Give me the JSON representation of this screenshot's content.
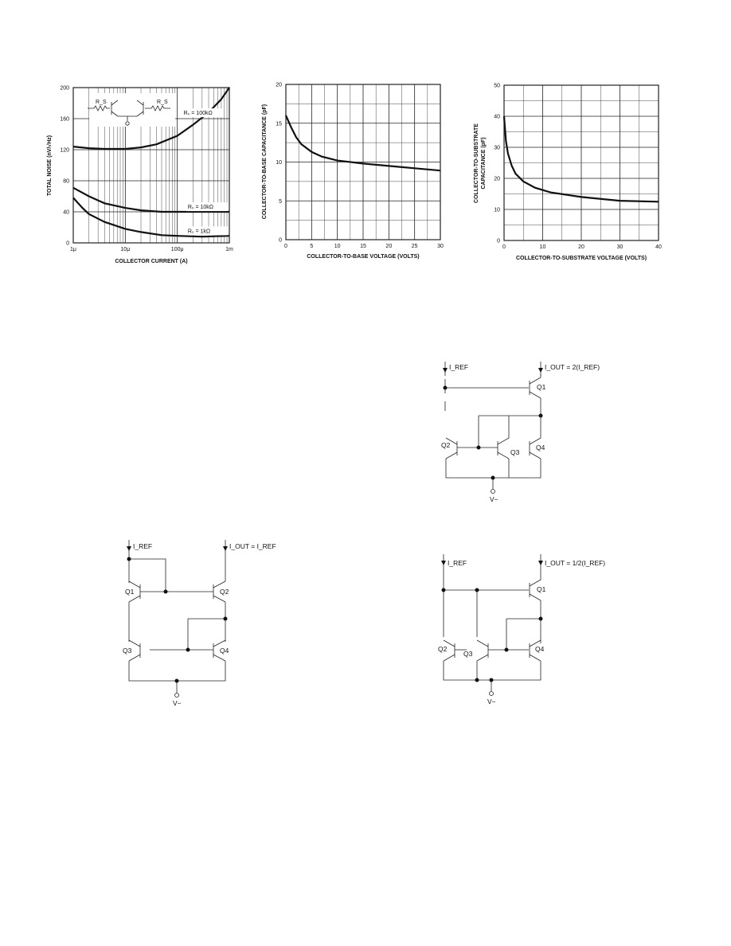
{
  "chart_data": [
    {
      "type": "line",
      "title": "",
      "xlabel": "COLLECTOR CURRENT (A)",
      "ylabel": "TOTAL NOISE (nV/√Hz)",
      "xscale": "log",
      "xlim": [
        1e-06,
        0.001
      ],
      "ylim": [
        0,
        200
      ],
      "x_tick_labels": [
        "1μ",
        "10μ",
        "100μ",
        "1m"
      ],
      "y_tick_labels": [
        "0",
        "40",
        "80",
        "120",
        "160",
        "200"
      ],
      "inset_labels": [
        "R_S",
        "R_S"
      ],
      "series": [
        {
          "name": "R_S = 100kΩ",
          "label": "Rₛ = 100kΩ",
          "points": [
            [
              1e-06,
              124
            ],
            [
              2e-06,
              122
            ],
            [
              4e-06,
              121
            ],
            [
              1e-05,
              121
            ],
            [
              2e-05,
              123
            ],
            [
              4e-05,
              127
            ],
            [
              0.0001,
              138
            ],
            [
              0.0002,
              152
            ],
            [
              0.0004,
              168
            ],
            [
              0.0007,
              185
            ],
            [
              0.001,
              200
            ]
          ]
        },
        {
          "name": "R_S = 10kΩ",
          "label": "Rₛ = 10kΩ",
          "points": [
            [
              1e-06,
              71
            ],
            [
              2e-06,
              60
            ],
            [
              4e-06,
              51
            ],
            [
              1e-05,
              45
            ],
            [
              2e-05,
              42
            ],
            [
              5e-05,
              40
            ],
            [
              0.0001,
              40
            ],
            [
              0.0003,
              40
            ],
            [
              0.001,
              40
            ]
          ]
        },
        {
          "name": "R_S = 1kΩ",
          "label": "Rₛ = 1kΩ",
          "points": [
            [
              1e-06,
              58
            ],
            [
              1.5e-06,
              45
            ],
            [
              2e-06,
              37
            ],
            [
              4e-06,
              27
            ],
            [
              1e-05,
              18
            ],
            [
              2e-05,
              14
            ],
            [
              5e-05,
              10
            ],
            [
              0.0001,
              9
            ],
            [
              0.0003,
              8
            ],
            [
              0.001,
              9
            ]
          ]
        }
      ]
    },
    {
      "type": "line",
      "title": "",
      "xlabel": "COLLECTOR-TO-BASE VOLTAGE (VOLTS)",
      "ylabel": "COLLECTOR-TO-BASE CAPACITANCE (pF)",
      "xlim": [
        0,
        30
      ],
      "ylim": [
        0,
        20
      ],
      "x_tick_labels": [
        "0",
        "5",
        "10",
        "15",
        "20",
        "25",
        "30"
      ],
      "y_tick_labels": [
        "0",
        "5",
        "10",
        "15",
        "20"
      ],
      "series": [
        {
          "points": [
            [
              0,
              16
            ],
            [
              1,
              14.5
            ],
            [
              2,
              13.2
            ],
            [
              3,
              12.3
            ],
            [
              5,
              11.3
            ],
            [
              7,
              10.7
            ],
            [
              10,
              10.2
            ],
            [
              15,
              9.8
            ],
            [
              20,
              9.5
            ],
            [
              25,
              9.2
            ],
            [
              30,
              8.9
            ]
          ]
        }
      ]
    },
    {
      "type": "line",
      "title": "",
      "xlabel": "COLLECTOR-TO-SUBSTRATE VOLTAGE (VOLTS)",
      "ylabel": "COLLECTOR-TO-SUBSTRATE CAPACITANCE (pF)",
      "xlim": [
        0,
        40
      ],
      "ylim": [
        0,
        50
      ],
      "x_tick_labels": [
        "0",
        "10",
        "20",
        "30",
        "40"
      ],
      "y_tick_labels": [
        "0",
        "10",
        "20",
        "30",
        "40",
        "50"
      ],
      "series": [
        {
          "points": [
            [
              0,
              40
            ],
            [
              0.5,
              32
            ],
            [
              1,
              28
            ],
            [
              2,
              24
            ],
            [
              3,
              21.5
            ],
            [
              5,
              19
            ],
            [
              8,
              17
            ],
            [
              12,
              15.5
            ],
            [
              20,
              14
            ],
            [
              30,
              12.8
            ],
            [
              40,
              12.5
            ]
          ]
        }
      ]
    }
  ],
  "circuits": {
    "top_right": {
      "in_label": "I_REF",
      "out_label": "I_OUT = 2(I_REF)",
      "transistors": [
        "Q1",
        "Q2",
        "Q3",
        "Q4"
      ],
      "supply": "V−"
    },
    "bottom_left": {
      "in_label": "I_REF",
      "out_label": "I_OUT = I_REF",
      "transistors": [
        "Q1",
        "Q2",
        "Q3",
        "Q4"
      ],
      "supply": "V−"
    },
    "bottom_right": {
      "in_label": "I_REF",
      "out_label": "I_OUT = 1/2(I_REF)",
      "transistors": [
        "Q1",
        "Q2",
        "Q3",
        "Q4"
      ],
      "supply": "V−"
    }
  }
}
